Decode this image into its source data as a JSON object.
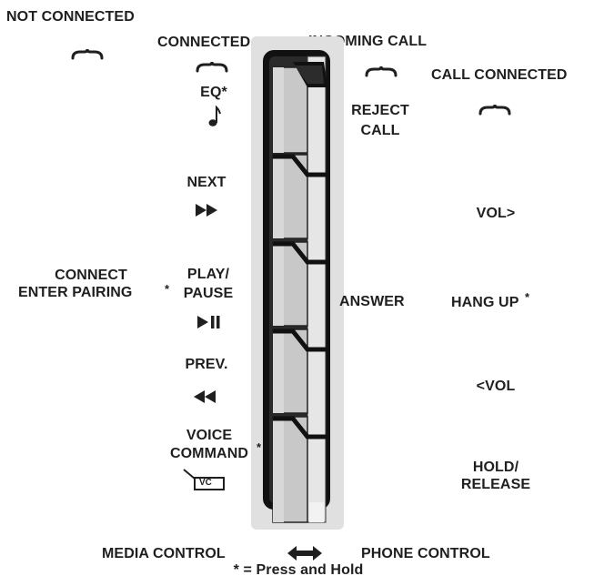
{
  "header_states": {
    "not_connected": "NOT CONNECTED",
    "connected": "CONNECTED",
    "incoming_call": "INCOMING CALL",
    "call_connected": "CALL CONNECTED"
  },
  "left_column": {
    "connect_enter_pairing_line1": "CONNECT",
    "connect_enter_pairing_line2": "ENTER PAIRING",
    "star": "*"
  },
  "media_column": {
    "eq": "EQ*",
    "next": "NEXT",
    "play_pause_line1": "PLAY/",
    "play_pause_line2": "PAUSE",
    "prev": "PREV.",
    "voice_command_line1": "VOICE",
    "voice_command_line2": "COMMAND",
    "voice_star": "*",
    "vc_icon_text": "VC"
  },
  "incoming_column": {
    "reject_call_line1": "REJECT",
    "reject_call_line2": "CALL",
    "answer": "ANSWER"
  },
  "call_connected_column": {
    "vol_up": "VOL>",
    "hang_up": "HANG UP",
    "hang_up_star": "*",
    "vol_down": "<VOL",
    "hold_release_line1": "HOLD/",
    "hold_release_line2": "RELEASE"
  },
  "footer": {
    "media_control": "MEDIA CONTROL",
    "phone_control": "PHONE CONTROL",
    "note": "* = Press and Hold"
  },
  "icons": {
    "note": "music-note-icon",
    "next": "fast-forward-icon",
    "play_pause": "play-pause-icon",
    "prev": "rewind-icon",
    "swap": "double-arrow-icon",
    "brace": "curly-brace-icon"
  },
  "colors": {
    "text": "#1f1f1f",
    "panel": "#e0e0e0",
    "frame": "#111111",
    "button_light": "#c4c4c4",
    "button_face": "#d8d8d8"
  }
}
